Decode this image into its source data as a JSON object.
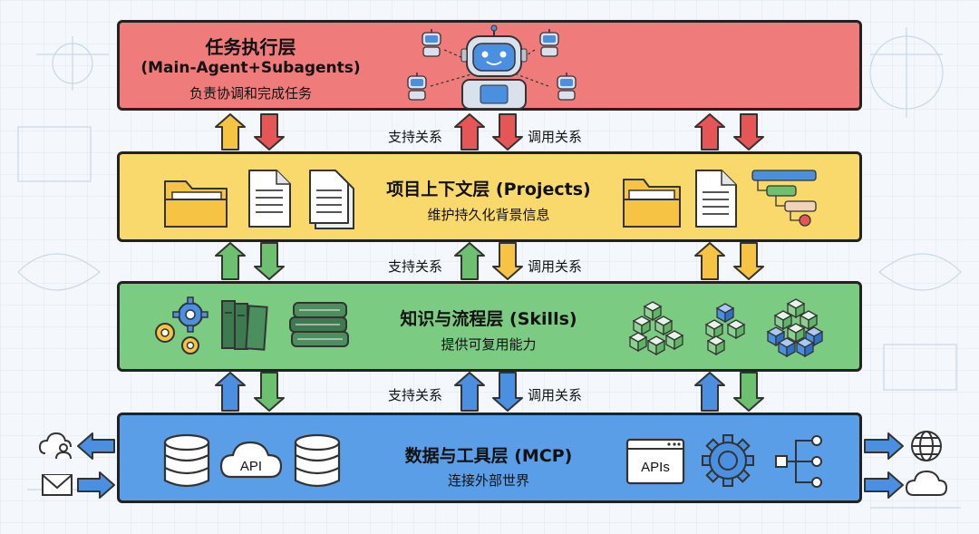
{
  "layers": {
    "task": {
      "title": "任务执行层",
      "title_en": "(Main-Agent+Subagents)",
      "subtitle": "负责协调和完成任务",
      "color": "#ef7b7b"
    },
    "projects": {
      "title": "项目上下文层 (Projects)",
      "subtitle": "维护持久化背景信息",
      "color": "#f9d96b"
    },
    "skills": {
      "title": "知识与流程层 (Skills)",
      "subtitle": "提供可复用能力",
      "color": "#7ccb83"
    },
    "mcp": {
      "title": "数据与工具层 (MCP)",
      "subtitle": "连接外部世界",
      "color": "#5b9ee8"
    }
  },
  "connectors": [
    {
      "support": "支持关系",
      "call": "调用关系"
    },
    {
      "support": "支持关系",
      "call": "调用关系"
    },
    {
      "support": "支持关系",
      "call": "调用关系"
    }
  ],
  "mcp_icons": {
    "api_cloud": "API",
    "apis_window": "APIs"
  },
  "icons": [
    "robot-icon",
    "folder-icon",
    "document-icon",
    "gantt-icon",
    "gears-icon",
    "books-icon",
    "cubes-icon",
    "database-icon",
    "api-cloud-icon",
    "gear-icon",
    "network-icon",
    "globe-icon",
    "cloud-icon",
    "mail-icon",
    "user-cloud-icon"
  ],
  "colors": {
    "arrow_yellow": "#f6c342",
    "arrow_red": "#e65656",
    "arrow_green": "#6cc06f",
    "arrow_blue": "#4a8fe0"
  }
}
